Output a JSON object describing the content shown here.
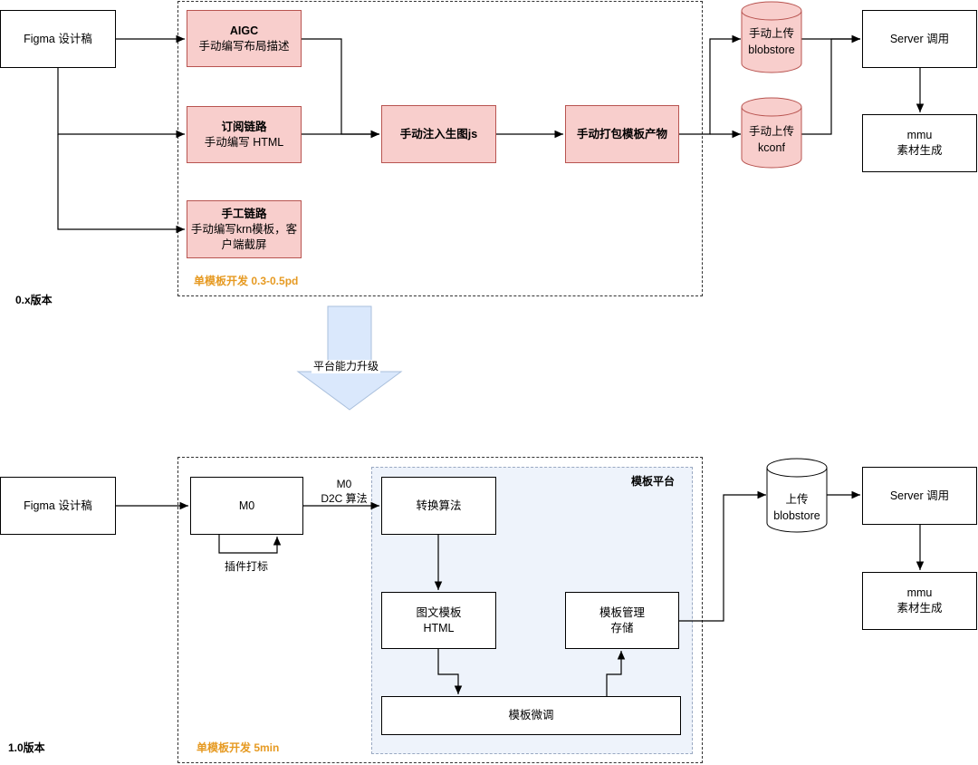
{
  "top": {
    "figma": "Figma 设计稿",
    "aigc_title": "AIGC",
    "aigc_desc": "手动编写布局描述",
    "sub_title": "订阅链路",
    "sub_desc": "手动编写 HTML",
    "manual_title": "手工链路",
    "manual_desc": "手动编写krn模板，客户端截屏",
    "inject": "手动注入生图js",
    "pack": "手动打包模板产物",
    "upload1_l1": "手动上传",
    "upload1_l2": "blobstore",
    "upload2_l1": "手动上传",
    "upload2_l2": "kconf",
    "server": "Server 调用",
    "mmu_l1": "mmu",
    "mmu_l2": "素材生成",
    "region_label": "单模板开发 0.3-0.5pd",
    "version": "0.x版本"
  },
  "upgrade": "平台能力升级",
  "bottom": {
    "figma": "Figma 设计稿",
    "m0": "M0",
    "plugin": "插件打标",
    "edge_l1": "M0",
    "edge_l2": "D2C 算法",
    "platform_title": "模板平台",
    "convert": "转换算法",
    "tpl_l1": "图文模板",
    "tpl_l2": "HTML",
    "mgmt_l1": "模板管理",
    "mgmt_l2": "存储",
    "tune": "模板微调",
    "upload_l1": "上传",
    "upload_l2": "blobstore",
    "server": "Server 调用",
    "mmu_l1": "mmu",
    "mmu_l2": "素材生成",
    "region_label": "单模板开发 5min",
    "version": "1.0版本"
  },
  "colors": {
    "pink_fill": "#f8cecc",
    "pink_stroke": "#b85450",
    "platform_fill": "#eef3fb",
    "arrow_fill": "#dae8fc",
    "label_orange": "#e69a22"
  }
}
